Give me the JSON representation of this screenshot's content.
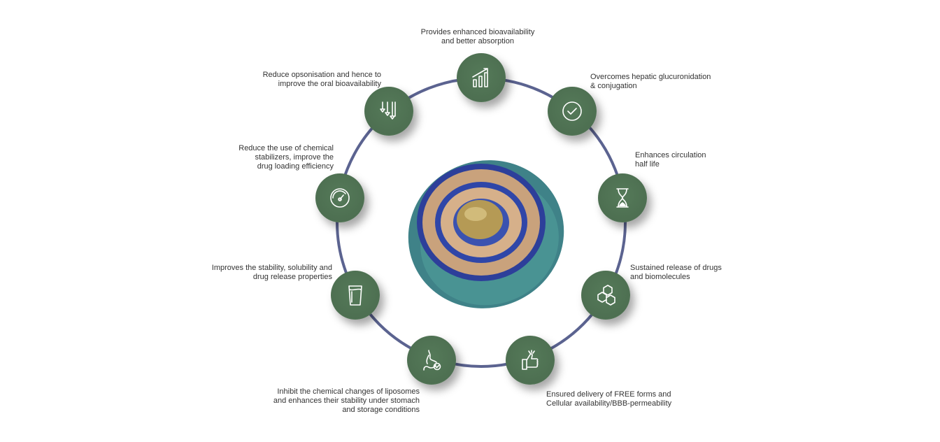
{
  "benefits": [
    {
      "icon": "growth-chart-icon",
      "lines": [
        "Provides enhanced bioavailability",
        "and better absorption"
      ]
    },
    {
      "icon": "check-circle-icon",
      "lines": [
        "Overcomes hepatic glucuronidation",
        "& conjugation"
      ]
    },
    {
      "icon": "hourglass-icon",
      "lines": [
        "Enhances circulation",
        "half life"
      ]
    },
    {
      "icon": "molecule-icon",
      "lines": [
        "Sustained release of drugs",
        "and biomolecules"
      ]
    },
    {
      "icon": "thumbs-up-icon",
      "lines": [
        "Ensured delivery of FREE forms and",
        "Cellular availability/BBB-permeability"
      ]
    },
    {
      "icon": "stomach-icon",
      "lines": [
        "Inhibit the chemical changes of liposomes",
        "and enhances their stability under stomach",
        "and storage conditions"
      ]
    },
    {
      "icon": "glass-icon",
      "lines": [
        "Improves the stability, solubility and",
        "drug release properties"
      ]
    },
    {
      "icon": "gauge-icon",
      "lines": [
        "Reduce the use of chemical",
        "stabilizers, improve the",
        "drug loading efficiency"
      ]
    },
    {
      "icon": "down-arrows-icon",
      "lines": [
        "Reduce opsonisation and hence to",
        "improve the oral bioavailability"
      ]
    }
  ],
  "colors": {
    "ring": "#5b6390",
    "node": "#4d6f51",
    "text": "#333333"
  }
}
